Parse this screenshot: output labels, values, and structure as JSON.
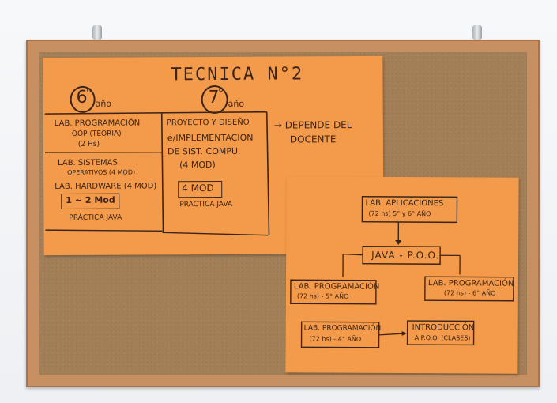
{
  "poster_left": {
    "title": "TECNICA N°2",
    "col1": {
      "year_number": "6",
      "year_sup": "o",
      "year_word": "año",
      "item1_line1": "LAB. PROGRAMACIÓN",
      "item1_line2": "OOP (TEORIA)",
      "item1_line3": "(2 Hs)",
      "item2_line1": "LAB. SISTEMAS",
      "item2_line2": "OPERATIVOS (4 MOD)",
      "item3": "LAB. HARDWARE (4 MOD)",
      "box": "1 ~ 2 Mod",
      "footer": "PRÁCTICA JAVA"
    },
    "col2": {
      "year_number": "7",
      "year_sup": "o",
      "year_word": "año",
      "line1": "PROYECTO Y DISEÑO",
      "line2": "e/IMPLEMENTACION",
      "line3": "DE SIST. COMPU.",
      "line4": "(4 MOD)",
      "box": "4 MOD",
      "footer": "PRACTICA JAVA"
    },
    "note_line1": "→ DEPENDE DEL",
    "note_line2": "DOCENTE"
  },
  "poster_right": {
    "top_line1": "LAB. APLICACIONES",
    "top_line2": "(72 hs)    5° y 6° AÑO",
    "center": "JAVA - P.O.O.",
    "left_line1": "LAB. PROGRAMACIÓN",
    "left_line2": "(72 hs)  -  5° AÑO",
    "right_line1": "LAB. PROGRAMACIÓN",
    "right_line2": "(72 hs)  -  6° AÑO",
    "bottom_left_line1": "LAB. PROGRAMACIÓN",
    "bottom_left_line2": "(72 hs)  -  4° AÑO",
    "bottom_right_line1": "INTRODUCCIÓN",
    "bottom_right_line2": "A P.O.O. (CLASES)"
  },
  "colors": {
    "paper": "#f39a4b",
    "ink": "#3b2415",
    "cork": "#a37f58",
    "frame": "#c69063"
  }
}
